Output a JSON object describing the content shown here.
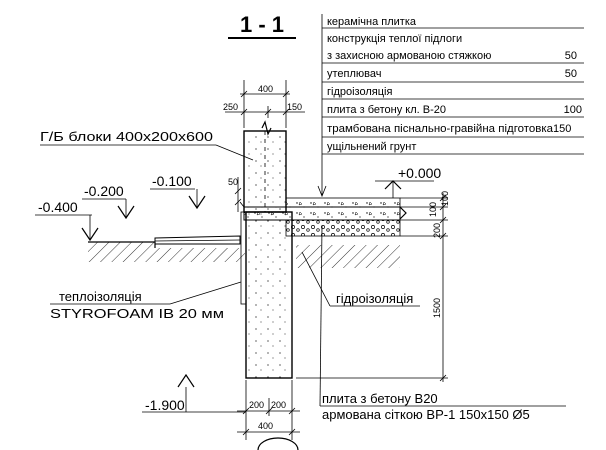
{
  "title": "1 - 1",
  "layers": [
    {
      "name": "керамічна плитка",
      "value": ""
    },
    {
      "name": "конструкція теплої підлоги",
      "value": ""
    },
    {
      "name": "з захисною армованою стяжкою",
      "value": "50"
    },
    {
      "name": "утеплювач",
      "value": "50"
    },
    {
      "name": "гідроізоляція",
      "value": ""
    },
    {
      "name": "плита з бетону кл. В-20",
      "value": "100"
    },
    {
      "name": "трамбована піснально-гравійна підготовка",
      "value": "150"
    },
    {
      "name": "ущільнений грунт",
      "value": ""
    }
  ],
  "elevations": {
    "zero": "+0.000",
    "m0100": "-0.100",
    "m0200": "-0.200",
    "m0400": "-0.400",
    "m1900": "-1.900"
  },
  "dimensions": {
    "top_width": "400",
    "left_offset": "250",
    "right_offset": "150",
    "ledge": "50",
    "slab_100a": "100",
    "slab_100b": "100",
    "slab_200": "200",
    "depth_1500": "1500",
    "bottom_left": "200",
    "bottom_right": "200",
    "bottom_total": "400"
  },
  "callouts": {
    "blocks": "Г/Б блоки 400х200х600",
    "insulation_1": "теплоізоляція",
    "insulation_2": "STYROFOAM IB   20 мм",
    "waterproofing": "гідроізоляція",
    "slab_1": "плита з бетону В20",
    "slab_2": "армована сіткою ВР-1 150х150 Ø5"
  }
}
